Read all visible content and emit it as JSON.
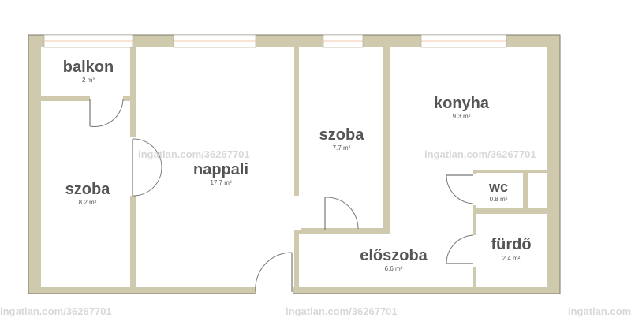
{
  "rooms": {
    "balkon": {
      "name": "balkon",
      "area": "2 m²"
    },
    "szoba_left": {
      "name": "szoba",
      "area": "8.2 m²"
    },
    "nappali": {
      "name": "nappali",
      "area": "17.7 m²"
    },
    "szoba_middle": {
      "name": "szoba",
      "area": "7.7 m²"
    },
    "konyha": {
      "name": "konyha",
      "area": "9.3 m²"
    },
    "wc": {
      "name": "wc",
      "area": "0.8 m²"
    },
    "furdo": {
      "name": "fürdő",
      "area": "2.4 m²"
    },
    "eloszoba": {
      "name": "előszoba",
      "area": "6.6 m²"
    }
  },
  "watermark": "ingatlan.com/36267701",
  "colors": {
    "wall": "#cfc9ad",
    "text": "#555555",
    "watermark": "#b9b9b9",
    "window": "#f3c7a8"
  }
}
